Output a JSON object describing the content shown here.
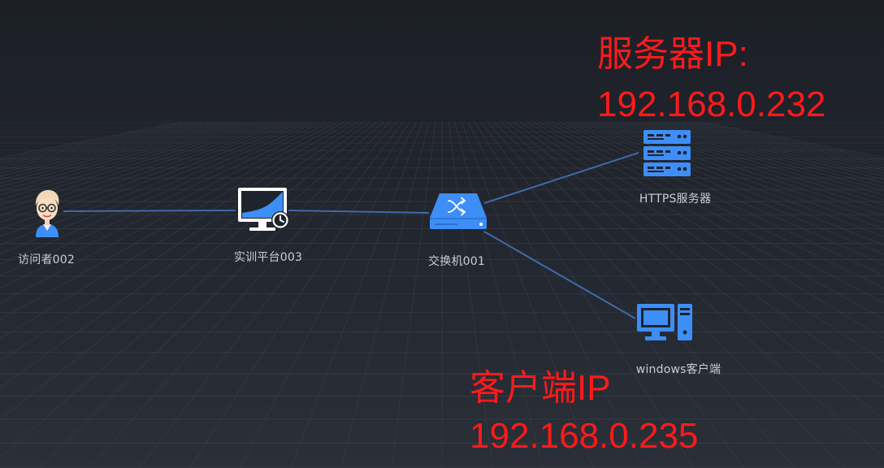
{
  "nodes": {
    "visitor": {
      "label": "访问者002",
      "icon": "user-avatar-icon"
    },
    "platform": {
      "label": "实训平台003",
      "icon": "monitor-clock-icon"
    },
    "switch": {
      "label": "交换机001",
      "icon": "network-switch-icon"
    },
    "server": {
      "label": "HTTPS服务器",
      "icon": "server-rack-icon"
    },
    "client": {
      "label": "windows客户端",
      "icon": "desktop-computer-icon"
    }
  },
  "annotations": {
    "server_ip_line1": "服务器IP:",
    "server_ip_line2": "192.168.0.232",
    "client_ip_line1": "客户端IP",
    "client_ip_line2": "192.168.0.235"
  },
  "colors": {
    "icon_blue": "#3e8ef7",
    "link": "#3f6aa8",
    "annotation_red": "#ff1a1a",
    "label": "#c9ced6"
  }
}
